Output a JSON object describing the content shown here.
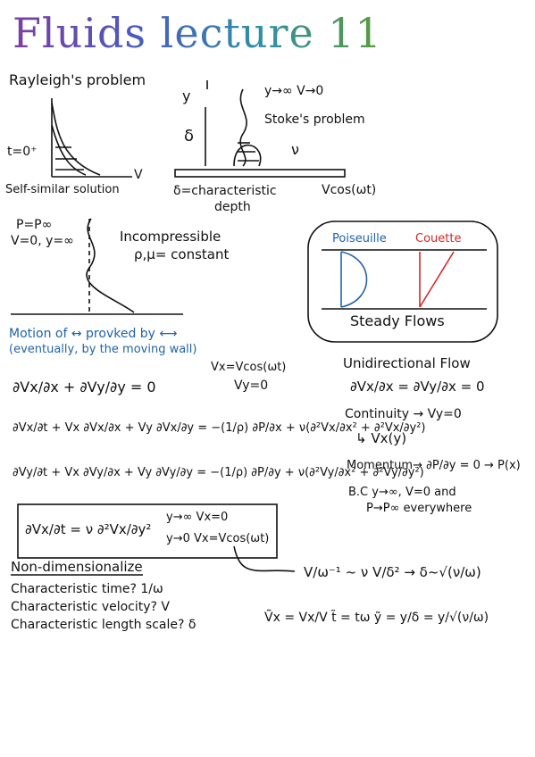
{
  "title": "Fluids lecture 11",
  "rayleigh": {
    "heading": "Rayleigh's problem",
    "t0": "t=0⁺",
    "selfsim": "Self-similar solution",
    "v": "V"
  },
  "stokes": {
    "y": "y",
    "delta": "δ",
    "bc": "y→∞ V→0",
    "name": "Stoke's problem",
    "nu": "ν",
    "vcos": "Vcos(ωt)",
    "char1": "δ=characteristic",
    "char2": "depth"
  },
  "incomp": {
    "pinf": "P=P∞",
    "v0": "V=0, y=∞",
    "label": "Incompressible",
    "const": "ρ,μ= constant",
    "motion1": "Motion of ↔ provked by ⟷",
    "motion2": "(eventually, by the moving wall)"
  },
  "steady": {
    "poiseuille": "Poiseuille",
    "couette": "Couette",
    "label": "Steady Flows"
  },
  "conditions": {
    "vx": "Vx=Vcos(ωt)",
    "vy": "Vy=0"
  },
  "unidir": {
    "heading": "Unidirectional Flow",
    "cont_eq": "∂Vx/∂x = ∂Vy/∂x = 0",
    "continuity": "Continuity → Vy=0",
    "vxy": "↳ Vx(y)",
    "momentum": "Momentum→ ∂P/∂y = 0 → P(x)",
    "bc1": "B.C y→∞, V=0 and",
    "bc2": "P→P∞ everywhere"
  },
  "equations": {
    "continuity": "∂Vx/∂x + ∂Vy/∂y = 0",
    "x_mom": "∂Vx/∂t + Vx ∂Vx/∂x + Vy ∂Vx/∂y = −(1/ρ) ∂P/∂x + ν(∂²Vx/∂x² + ∂²Vx/∂y²)",
    "y_mom": "∂Vy/∂t + Vx ∂Vy/∂x + Vy ∂Vy/∂y = −(1/ρ) ∂P/∂y + ν(∂²Vy/∂x² + ∂²Vy/∂y²)"
  },
  "boxed": {
    "lhs": "∂Vx/∂t = ν ∂²Vx/∂y²",
    "bc1": "y→∞ Vx=0",
    "bc2": "y→0 Vx=Vcos(ωt)"
  },
  "nondim": {
    "heading": "Non-dimensionalize",
    "time": "Characteristic time? 1/ω",
    "velocity": "Characteristic velocity? V",
    "length": "Characteristic length scale? δ",
    "scaling": "V/ω⁻¹ ~ ν V/δ² → δ~√(ν/ω)",
    "vars": "Ṽx = Vx/V   t̃ = tω   ỹ = y/δ = y/√(ν/ω)"
  },
  "colors": {
    "blue": "#1f63a8",
    "red": "#d62626",
    "title_start": "#7b3fa0",
    "title_end": "#5a9b3a"
  }
}
